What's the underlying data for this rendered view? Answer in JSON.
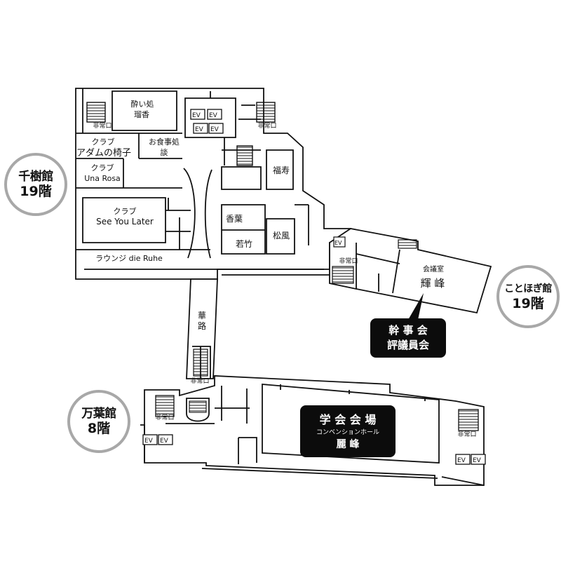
{
  "buildings": {
    "senju": {
      "name": "千樹館",
      "floor": "19階"
    },
    "kotohogi": {
      "name": "ことほぎ館",
      "floor": "19階"
    },
    "manyo": {
      "name": "万葉館",
      "floor": "8階"
    }
  },
  "rooms": {
    "yoidokoro": [
      "酔い処",
      "瑠香"
    ],
    "club_adam": [
      "クラブ",
      "アダムの椅子"
    ],
    "oshokujidokoro": [
      "お食事処",
      "談"
    ],
    "club_una_rosa": [
      "クラブ",
      "Una Rosa"
    ],
    "club_see_you_later": [
      "クラブ",
      "See You Later"
    ],
    "lounge": "ラウンジ die Ruhe",
    "fukuju": "福寿",
    "koyo": "香葉",
    "shofu": "松風",
    "wakatake": "若竹",
    "kaigishitsu": [
      "会議室",
      "輝 峰"
    ],
    "hanaji": [
      "華",
      "路"
    ]
  },
  "labels": {
    "emergency_exit": "非常口",
    "ev": "EV"
  },
  "callouts": {
    "kanjikai": [
      "幹 事 会",
      "評議員会"
    ],
    "gakkai": {
      "title": "学 会 会 場",
      "sub": "コンベンションホール",
      "name": "麗 峰"
    }
  }
}
